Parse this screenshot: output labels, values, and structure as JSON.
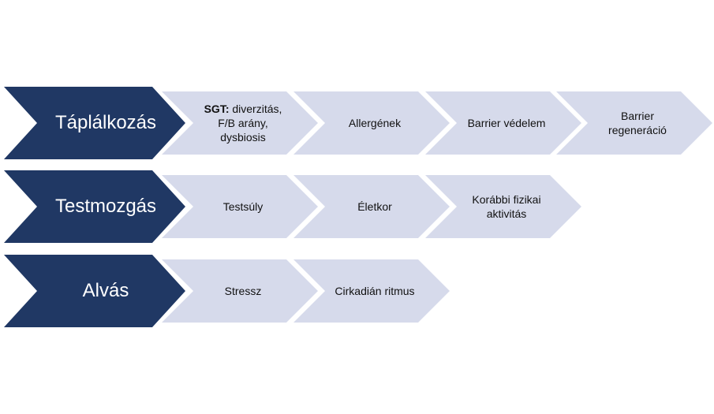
{
  "colors": {
    "primary": "#203864",
    "secondary": "#D6DAEB"
  },
  "rows": [
    {
      "category": "Táplálkozás",
      "steps": [
        {
          "bold_prefix": "SGT:",
          "text": " diverzitás, F/B arány, dysbiosis"
        },
        {
          "bold_prefix": "",
          "text": "Allergének"
        },
        {
          "bold_prefix": "",
          "text": "Barrier védelem"
        },
        {
          "bold_prefix": "",
          "text": "Barrier regeneráció"
        }
      ]
    },
    {
      "category": "Testmozgás",
      "steps": [
        {
          "bold_prefix": "",
          "text": "Testsúly"
        },
        {
          "bold_prefix": "",
          "text": "Életkor"
        },
        {
          "bold_prefix": "",
          "text": "Korábbi fizikai aktivitás"
        }
      ]
    },
    {
      "category": "Alvás",
      "steps": [
        {
          "bold_prefix": "",
          "text": "Stressz"
        },
        {
          "bold_prefix": "",
          "text": "Cirkadián ritmus"
        }
      ]
    }
  ]
}
